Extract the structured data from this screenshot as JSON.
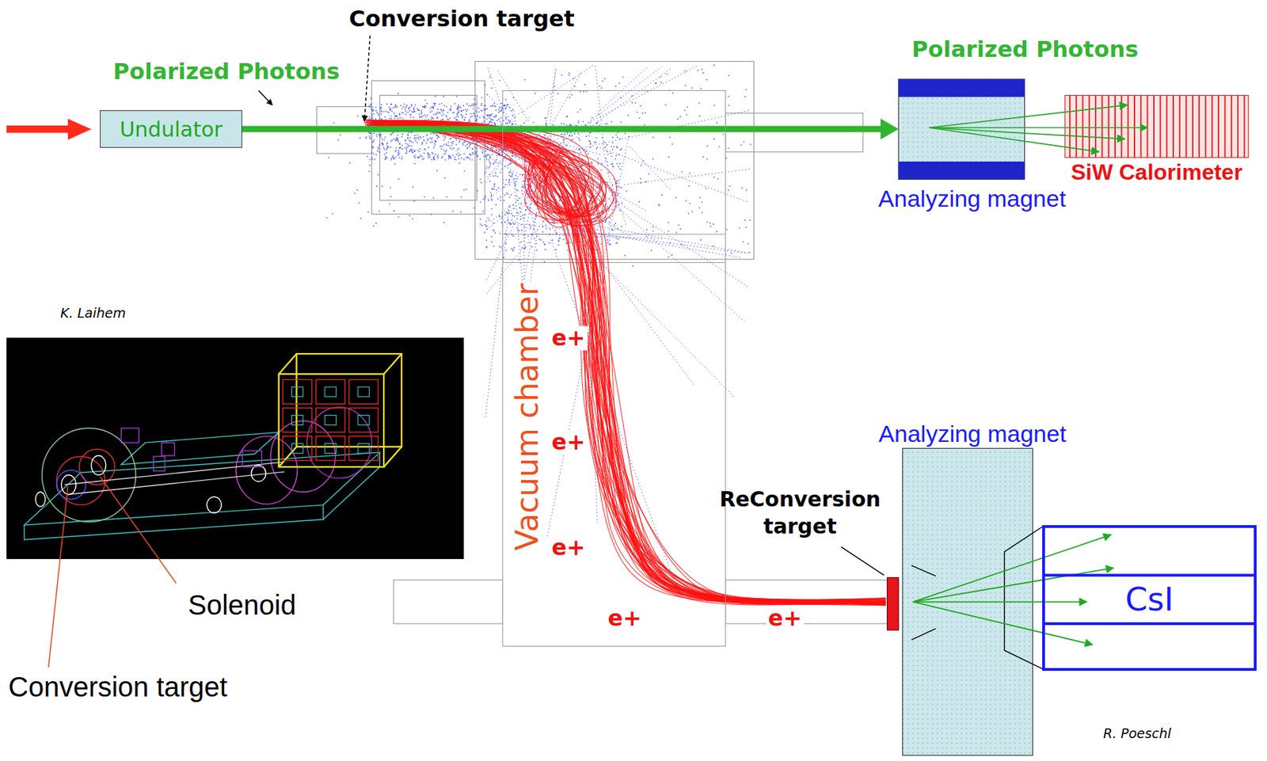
{
  "diagram": {
    "nodes": [
      {
        "text": [
          "Undulator"
        ]
      },
      {
        "text": [
          "Vacuum chamber"
        ]
      },
      {
        "text": [
          "Analyzing magnet"
        ]
      },
      {
        "text": [
          "SiW Calorimeter"
        ]
      },
      {
        "text": [
          "Analyzing magnet"
        ]
      },
      {
        "text": [
          "CsI"
        ]
      }
    ],
    "edges": [
      {
        "from": 0,
        "to": 2,
        "arrow": "to"
      }
    ],
    "labels": [
      "Conversion target",
      "Polarized Photons",
      "Polarized Photons",
      "K. Laihem",
      "e+",
      "e+",
      "e+",
      "e+",
      "e+",
      "ReConversion target",
      "Solenoid",
      "Conversion target",
      "R. Poeschl"
    ]
  }
}
